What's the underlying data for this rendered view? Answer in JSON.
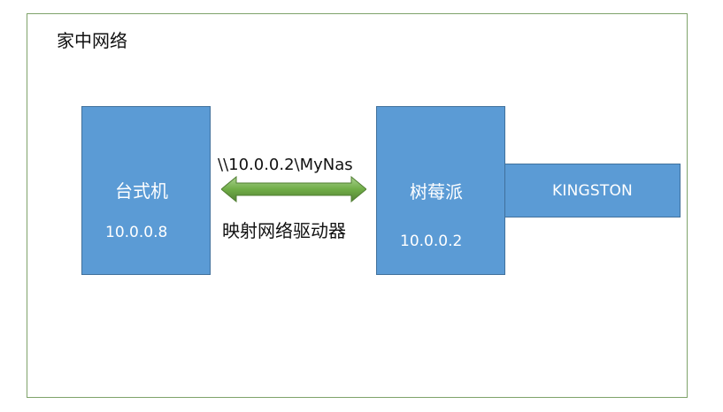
{
  "title": "家中网络",
  "desktop": {
    "name": "台式机",
    "ip": "10.0.0.8"
  },
  "raspberry_pi": {
    "name": "树莓派",
    "ip": "10.0.0.2"
  },
  "usb_drive": {
    "name": "KINGSTON"
  },
  "connection": {
    "share_path": "\\\\10.0.0.2\\MyNas",
    "action": "映射网络驱动器"
  },
  "colors": {
    "box_fill": "#5b9bd5",
    "box_border": "#41719c",
    "arrow_fill": "#70ad47",
    "frame_border": "#7fa36a"
  }
}
